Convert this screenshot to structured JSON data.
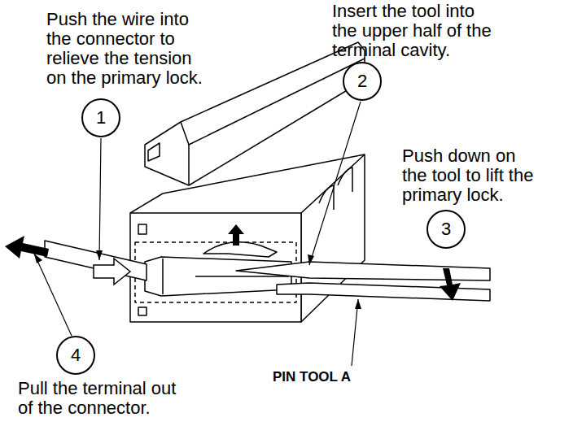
{
  "diagram": {
    "nodes": [
      {
        "text": [
          "1"
        ]
      },
      {
        "text": [
          "2"
        ]
      },
      {
        "text": [
          "3"
        ]
      },
      {
        "text": [
          "4"
        ]
      }
    ],
    "labels": [
      "Push the wire into the connector to relieve the tension on the primary lock.",
      "Insert the tool into the upper half of the terminal cavity.",
      "Push down on the tool to lift the primary lock.",
      "Pull the terminal out of the connector.",
      "PIN TOOL A"
    ]
  }
}
